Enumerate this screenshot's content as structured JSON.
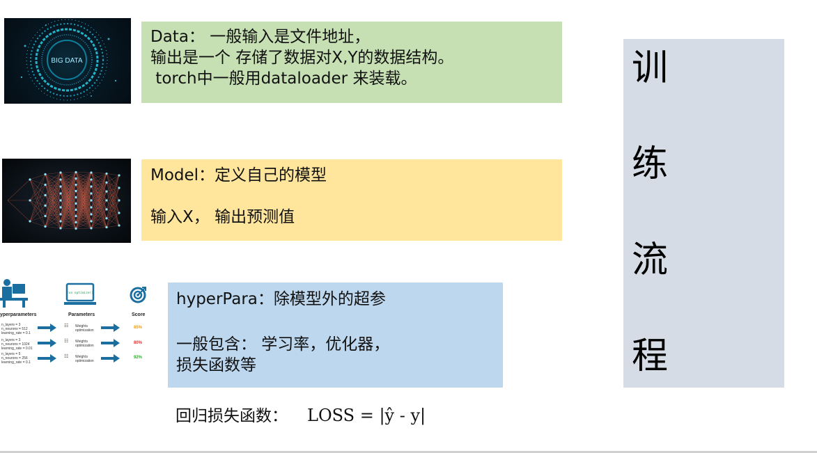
{
  "data_box": {
    "line1": "Data：  一般输入是文件地址，",
    "line2": "输出是一个 存储了数据对X,Y的数据结构。",
    "line3": " torch中一般用dataloader 来装载。"
  },
  "bigdata_image": {
    "label": "BIG DATA"
  },
  "model_box": {
    "line1": "Model：定义自己的模型",
    "line2": "输入X，  输出预测值"
  },
  "hyper_box": {
    "line1": "hyperPara：除模型外的超参",
    "line2": "一般包含：  学习率，优化器，",
    "line3": "损失函数等"
  },
  "loss": {
    "label": "回归损失函数：",
    "formula": "LOSS = |ŷ - y|"
  },
  "side_panel": {
    "chars": [
      "训",
      "练",
      "流",
      "程"
    ]
  },
  "hyperparam_diagram": {
    "headers": [
      "yperparameters",
      "Parameters",
      "Score"
    ],
    "screen_text": "run optimize()",
    "rows": [
      {
        "params": [
          "n_layers = 3",
          "n_neurons = 512",
          "learning_rate = 0.1"
        ],
        "step": [
          "Weights",
          "optimization"
        ],
        "score": "85%",
        "score_color": "#e8a020"
      },
      {
        "params": [
          "n_layers = 3",
          "n_neurons = 1024",
          "learning_rate = 0.01"
        ],
        "step": [
          "Weights",
          "optimization"
        ],
        "score": "80%",
        "score_color": "#e03030"
      },
      {
        "params": [
          "n_layers = 5",
          "n_neurons = 256",
          "learning_rate = 0.1"
        ],
        "step": [
          "Weights",
          "optimization"
        ],
        "score": "92%",
        "score_color": "#30b030"
      }
    ]
  },
  "colors": {
    "data_box": "#c6e0b4",
    "model_box": "#ffe69c",
    "hyper_box": "#bdd7ee",
    "side_panel": "#d6dce5",
    "arrow": "#1a6fa0"
  }
}
